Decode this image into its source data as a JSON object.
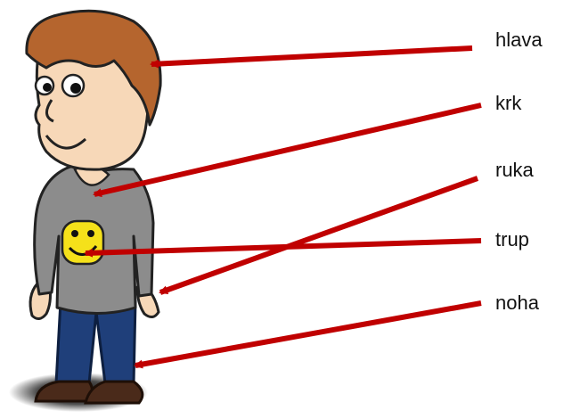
{
  "labels": {
    "head": "hlava",
    "neck": "krk",
    "arm": "ruka",
    "torso": "trup",
    "leg": "noha"
  },
  "colors": {
    "arrow": "#c00000",
    "shirt": "#8c8c8c",
    "pants": "#1f3f7a",
    "hair": "#b5652e",
    "skin": "#f7d8b8",
    "shoes": "#4a2a1a",
    "smiley": "#f5e11a"
  },
  "icons": {
    "figure": "cartoon-boy-icon"
  }
}
